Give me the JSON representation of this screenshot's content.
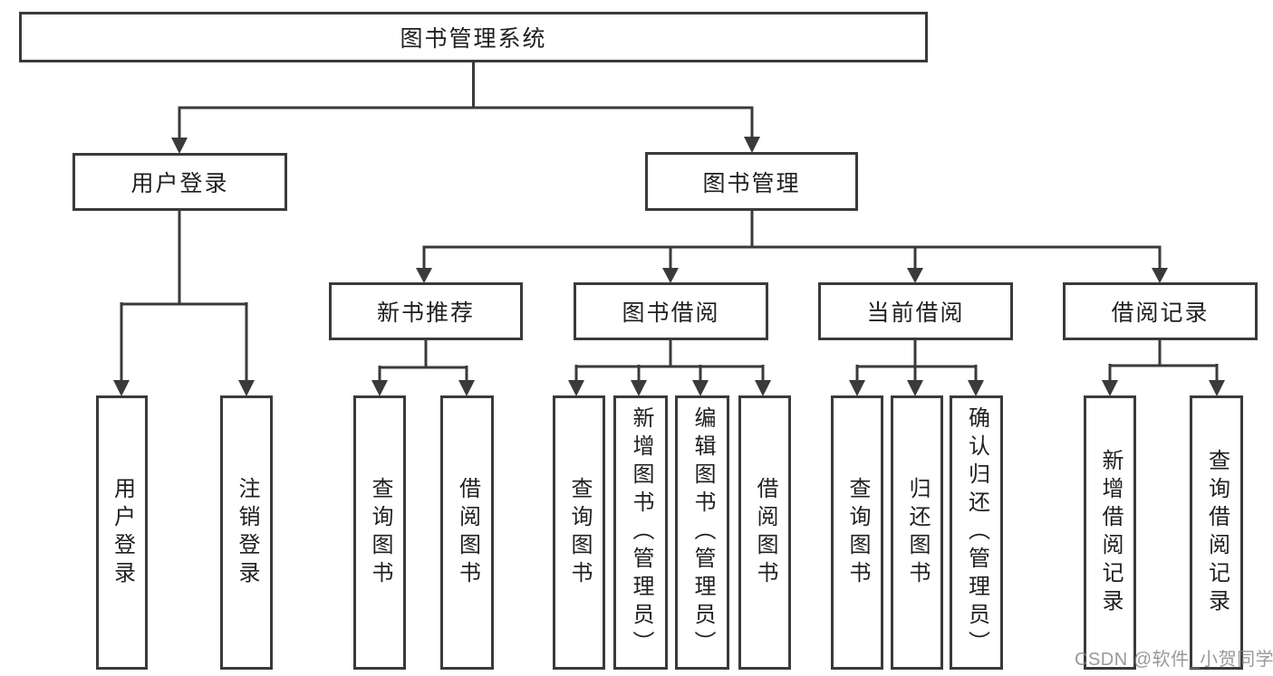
{
  "diagram": {
    "root": {
      "label": "图书管理系统"
    },
    "user_login": {
      "label": "用户登录",
      "children": [
        {
          "label": "用户登录"
        },
        {
          "label": "注销登录"
        }
      ]
    },
    "book_mgmt": {
      "label": "图书管理",
      "children": [
        {
          "label": "新书推荐",
          "children": [
            {
              "label": "查询图书"
            },
            {
              "label": "借阅图书"
            }
          ]
        },
        {
          "label": "图书借阅",
          "children": [
            {
              "label": "查询图书"
            },
            {
              "label": "新增图书（管理员）"
            },
            {
              "label": "编辑图书（管理员）"
            },
            {
              "label": "借阅图书"
            }
          ]
        },
        {
          "label": "当前借阅",
          "children": [
            {
              "label": "查询图书"
            },
            {
              "label": "归还图书"
            },
            {
              "label": "确认归还（管理员）"
            }
          ]
        },
        {
          "label": "借阅记录",
          "children": [
            {
              "label": "新增借阅记录"
            },
            {
              "label": "查询借阅记录"
            }
          ]
        }
      ]
    }
  },
  "colors": {
    "line": "#3a3a3a",
    "text": "#1f1f1f",
    "watermark": "#828282"
  },
  "watermark": {
    "text": "CSDN @软件_小贺同学"
  }
}
